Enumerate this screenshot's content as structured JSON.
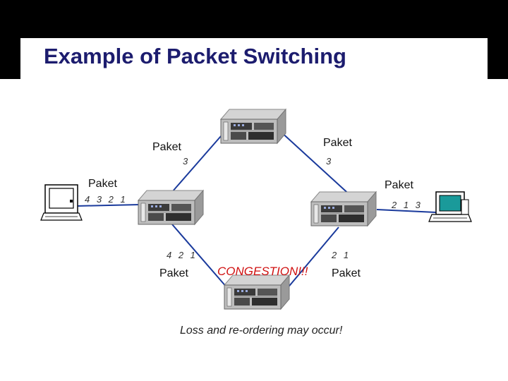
{
  "title": "Example of Packet Switching",
  "labels": {
    "paket_top_left": "Paket",
    "paket_top_right": "Paket",
    "paket_left": "Paket",
    "paket_right": "Paket",
    "paket_bottom_left": "Paket",
    "paket_bottom_right": "Paket"
  },
  "sequences": {
    "top_left": "3",
    "top_right": "3",
    "left_link": "4 3 2 1",
    "right_link": "2 1 3",
    "bottom_left": "4 2 1",
    "bottom_right": "2 1"
  },
  "congestion": "CONGESTION!!!",
  "note": "Loss and re-ordering may occur!",
  "colors": {
    "link": "#1a3a9c",
    "title": "#1c1c6e",
    "congestion": "#d01010",
    "terminal_screen": "#1a9a9a"
  },
  "icons": [
    "router-icon",
    "computer-icon",
    "terminal-icon"
  ]
}
